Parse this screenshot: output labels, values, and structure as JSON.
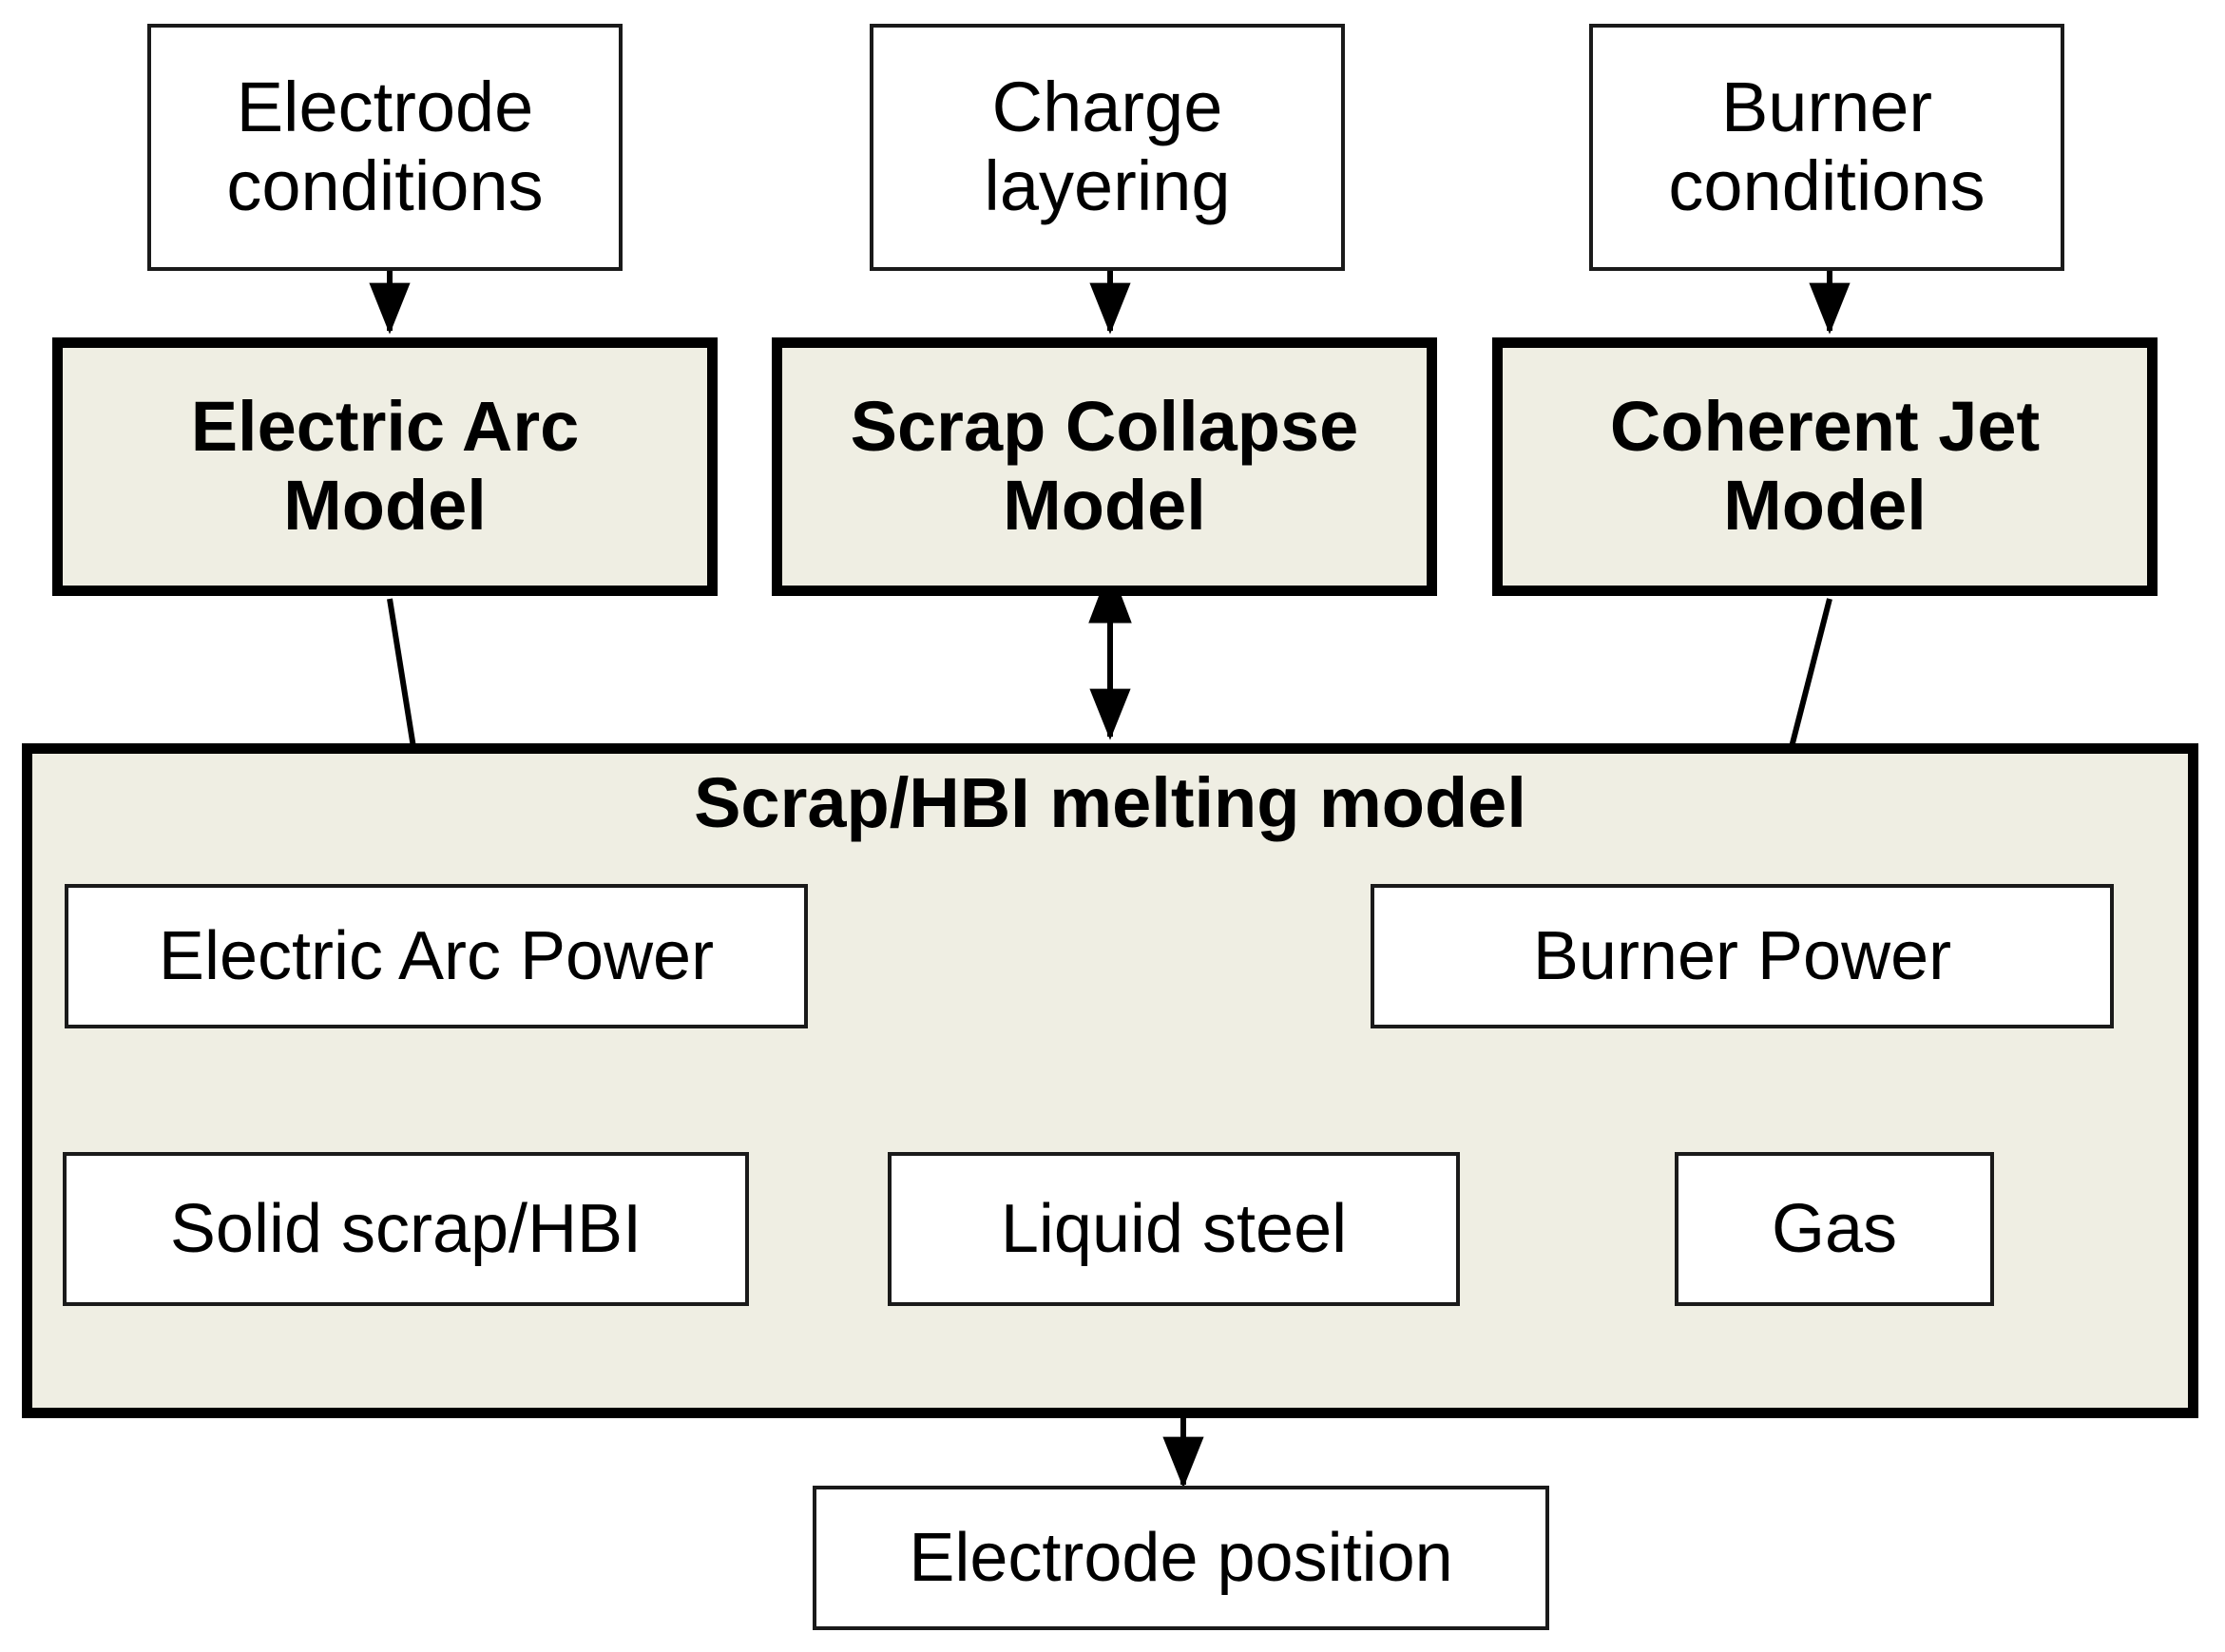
{
  "diagram": {
    "title_visible": false,
    "background": "#ffffff",
    "fill_beige": "#efeee3",
    "fill_white": "#ffffff",
    "stroke": "#000000",
    "inputs": [
      {
        "id": "electrode-conditions",
        "label": "Electrode\nconditions"
      },
      {
        "id": "charge-layering",
        "label": "Charge\nlayering"
      },
      {
        "id": "burner-conditions",
        "label": "Burner\nconditions"
      }
    ],
    "models": [
      {
        "id": "electric-arc-model",
        "label": "Electric Arc\nModel"
      },
      {
        "id": "scrap-collapse-model",
        "label": "Scrap Collapse\nModel"
      },
      {
        "id": "coherent-jet-model",
        "label": "Coherent Jet\nModel"
      }
    ],
    "container": {
      "id": "scrap-hbi-melting-model",
      "title": "Scrap/HBI melting model",
      "nodes": [
        {
          "id": "electric-arc-power",
          "label": "Electric Arc Power"
        },
        {
          "id": "burner-power",
          "label": "Burner Power"
        },
        {
          "id": "solid-scrap-hbi",
          "label": "Solid scrap/HBI"
        },
        {
          "id": "liquid-steel",
          "label": "Liquid steel"
        },
        {
          "id": "gas",
          "label": "Gas"
        }
      ]
    },
    "outputs": [
      {
        "id": "electrode-position",
        "label": "Electrode position"
      }
    ],
    "edges": [
      {
        "from": "electrode-conditions",
        "to": "electric-arc-model",
        "type": "single"
      },
      {
        "from": "charge-layering",
        "to": "scrap-collapse-model",
        "type": "single"
      },
      {
        "from": "burner-conditions",
        "to": "coherent-jet-model",
        "type": "single"
      },
      {
        "from": "electric-arc-model",
        "to": "electric-arc-power",
        "type": "single"
      },
      {
        "from": "scrap-collapse-model",
        "to": "scrap-hbi-melting-model",
        "type": "double"
      },
      {
        "from": "coherent-jet-model",
        "to": "burner-power",
        "type": "single"
      },
      {
        "from": "electric-arc-power",
        "to": "solid-scrap-hbi",
        "type": "single"
      },
      {
        "from": "electric-arc-power",
        "to": "liquid-steel",
        "type": "single"
      },
      {
        "from": "burner-power",
        "to": "gas",
        "type": "single"
      },
      {
        "from": "solid-scrap-hbi",
        "to": "liquid-steel",
        "type": "double"
      },
      {
        "from": "liquid-steel",
        "to": "gas",
        "type": "double"
      },
      {
        "from": "gas",
        "to": "solid-scrap-hbi",
        "type": "single-routed"
      },
      {
        "from": "liquid-steel",
        "to": "electrode-position",
        "type": "single"
      }
    ]
  }
}
